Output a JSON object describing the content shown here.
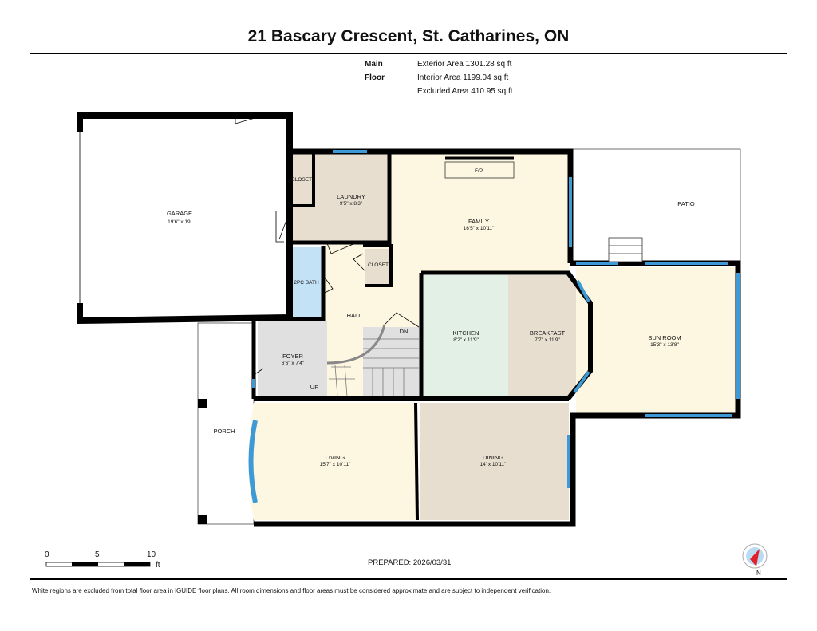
{
  "header": {
    "title": "21 Bascary Crescent, St. Catharines, ON"
  },
  "areas": {
    "floor_label": "Main Floor",
    "exterior": "Exterior Area 1301.28 sq ft",
    "interior": "Interior Area 1199.04 sq ft",
    "excluded": "Excluded Area 410.95 sq ft"
  },
  "rooms": {
    "garage": {
      "name": "GARAGE",
      "dims": "19'6\" x 19'"
    },
    "closet1": {
      "name": "CLOSET"
    },
    "laundry": {
      "name": "LAUNDRY",
      "dims": "9'5\" x 8'3\""
    },
    "family": {
      "name": "FAMILY",
      "dims": "16'5\" x 10'11\""
    },
    "fp": {
      "name": "F/P"
    },
    "patio": {
      "name": "PATIO"
    },
    "closet2": {
      "name": "CLOSET"
    },
    "bath": {
      "name": "2PC BATH"
    },
    "hall": {
      "name": "HALL"
    },
    "dn": {
      "name": "DN"
    },
    "up": {
      "name": "UP"
    },
    "foyer": {
      "name": "FOYER",
      "dims": "6'6\" x 7'4\""
    },
    "kitchen": {
      "name": "KITCHEN",
      "dims": "8'2\" x 11'9\""
    },
    "breakfast": {
      "name": "BREAKFAST",
      "dims": "7'7\" x 11'9\""
    },
    "sunroom": {
      "name": "SUN ROOM",
      "dims": "15'3\" x 13'8\""
    },
    "porch": {
      "name": "PORCH"
    },
    "living": {
      "name": "LIVING",
      "dims": "15'7\" x 10'11\""
    },
    "dining": {
      "name": "DINING",
      "dims": "14' x 10'11\""
    }
  },
  "scale": {
    "t0": "0",
    "t5": "5",
    "t10": "10",
    "unit": "ft"
  },
  "compass": {
    "label": "N"
  },
  "footer": {
    "prepared": "PREPARED: 2026/03/31",
    "disclaimer": "White regions are excluded from total floor area in iGUIDE floor plans. All room dimensions and floor areas must be considered approximate and are subject to independent verification."
  },
  "colors": {
    "cream": "#fdf7e1",
    "beige": "#e8ded0",
    "kitchen": "#e3f0e6",
    "foyer": "#e0e0e0",
    "bath": "#c4e2f6",
    "window": "#3d9ad6"
  }
}
